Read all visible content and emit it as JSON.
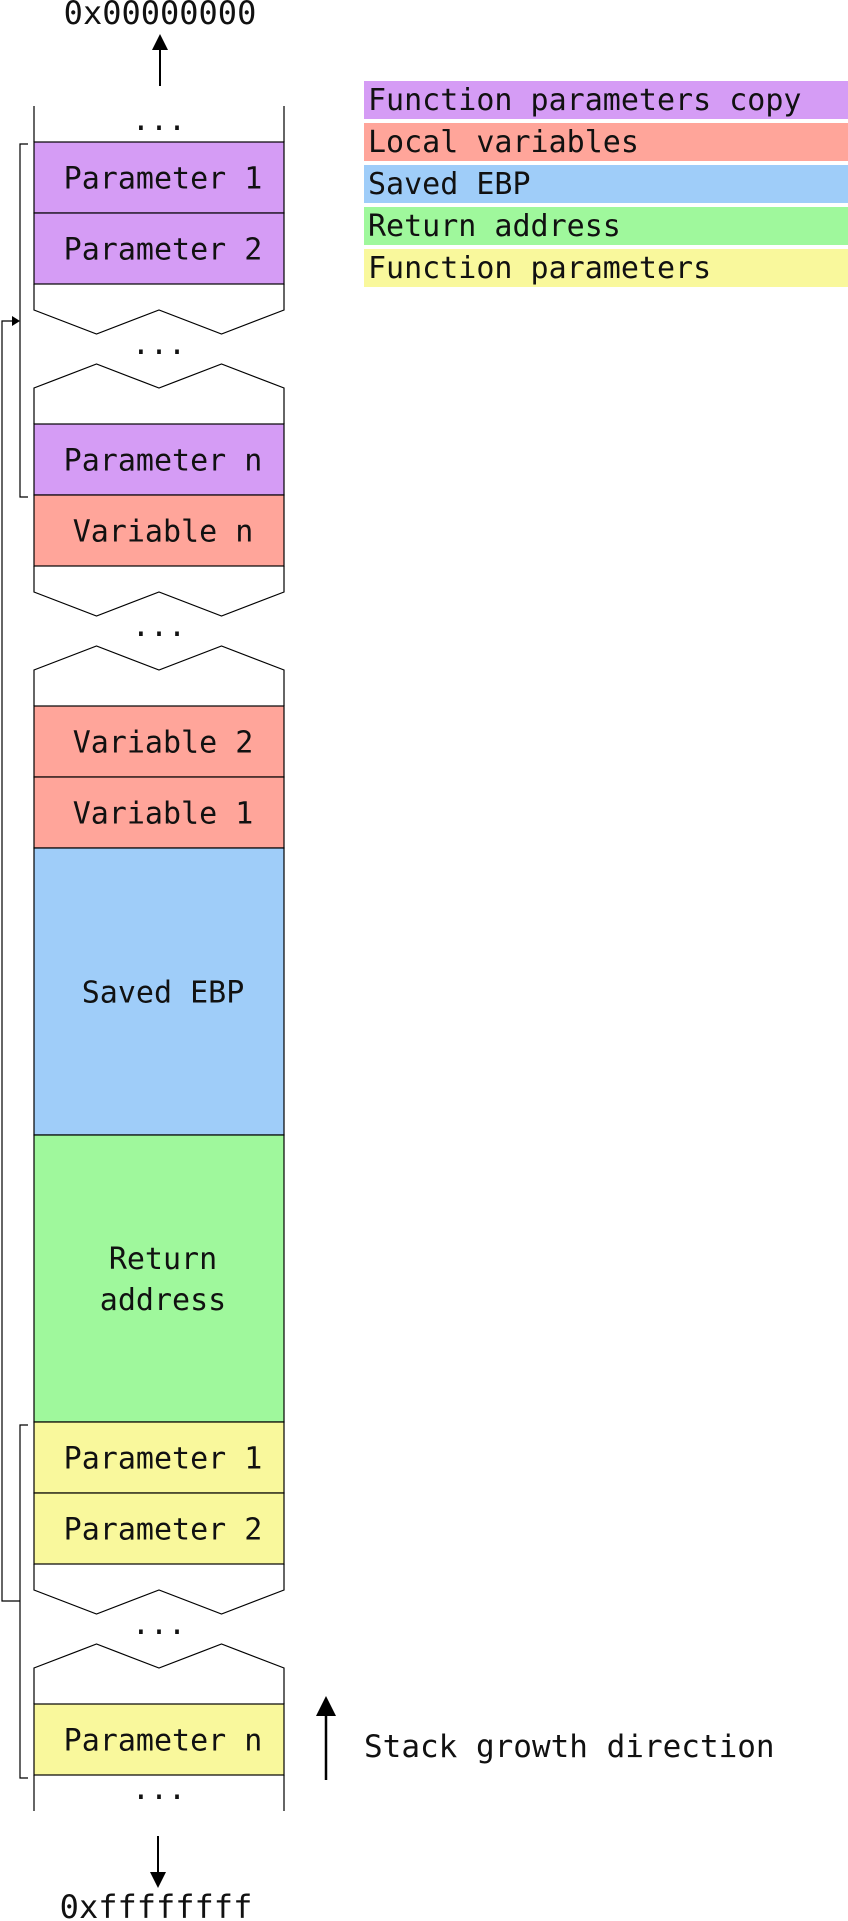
{
  "address_top": "0x00000000",
  "address_bottom": "0xffffffff",
  "ellipsis": "...",
  "stack_growth_label": "Stack growth direction",
  "colors": {
    "function_parameters_copy": "#d59cf5",
    "local_variables": "#ffa59a",
    "saved_ebp": "#9fcdf9",
    "return_address": "#9ff89c",
    "function_parameters": "#f9f89c"
  },
  "legend": [
    {
      "label": "Function parameters copy",
      "color_key": "function_parameters_copy"
    },
    {
      "label": "Local variables",
      "color_key": "local_variables"
    },
    {
      "label": "Saved EBP",
      "color_key": "saved_ebp"
    },
    {
      "label": "Return address",
      "color_key": "return_address"
    },
    {
      "label": "Function parameters",
      "color_key": "function_parameters"
    }
  ],
  "blocks": [
    {
      "type": "ellipsis_open_bottom"
    },
    {
      "type": "cell",
      "label": "Parameter 1",
      "color_key": "function_parameters_copy"
    },
    {
      "type": "cell",
      "label": "Parameter 2",
      "color_key": "function_parameters_copy"
    },
    {
      "type": "gap"
    },
    {
      "type": "cell",
      "label": "Parameter n",
      "color_key": "function_parameters_copy"
    },
    {
      "type": "cell",
      "label": "Variable n",
      "color_key": "local_variables"
    },
    {
      "type": "gap"
    },
    {
      "type": "cell",
      "label": "Variable 2",
      "color_key": "local_variables"
    },
    {
      "type": "cell",
      "label": "Variable 1",
      "color_key": "local_variables"
    },
    {
      "type": "cell_tall",
      "label": "Saved EBP",
      "color_key": "saved_ebp"
    },
    {
      "type": "cell_tall",
      "label": "Return\naddress",
      "color_key": "return_address"
    },
    {
      "type": "cell",
      "label": "Parameter 1",
      "color_key": "function_parameters"
    },
    {
      "type": "cell",
      "label": "Parameter 2",
      "color_key": "function_parameters"
    },
    {
      "type": "gap"
    },
    {
      "type": "cell",
      "label": "Parameter n",
      "color_key": "function_parameters"
    },
    {
      "type": "ellipsis_open_top"
    }
  ]
}
